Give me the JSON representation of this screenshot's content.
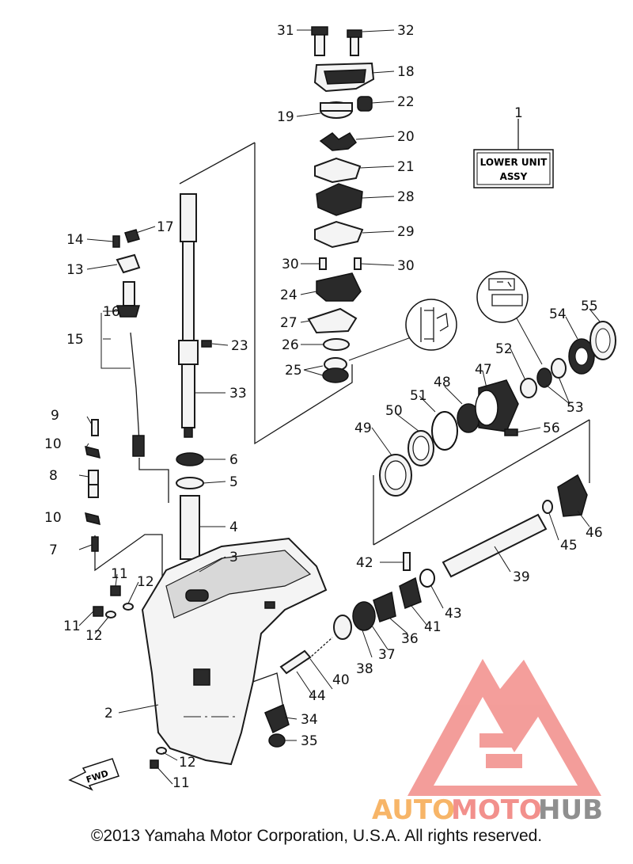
{
  "diagram": {
    "label_box": [
      "LOWER UNIT",
      "ASSY"
    ],
    "fwd_label": "FWD",
    "callouts": [
      "1",
      "2",
      "3",
      "4",
      "5",
      "6",
      "7",
      "8",
      "9",
      "10",
      "10",
      "11",
      "11",
      "11",
      "12",
      "12",
      "12",
      "13",
      "14",
      "15",
      "16",
      "17",
      "18",
      "19",
      "20",
      "21",
      "22",
      "23",
      "24",
      "25",
      "26",
      "27",
      "28",
      "29",
      "30",
      "30",
      "31",
      "32",
      "33",
      "34",
      "35",
      "36",
      "37",
      "38",
      "39",
      "40",
      "41",
      "42",
      "43",
      "44",
      "45",
      "46",
      "47",
      "48",
      "49",
      "50",
      "51",
      "52",
      "53",
      "54",
      "55",
      "56"
    ]
  },
  "watermark": {
    "brand_a": "AUTO",
    "brand_b": "MOTO",
    "brand_c": "HUB",
    "colors": {
      "orange": "#f6a94e",
      "red": "#f07d79",
      "grey": "#7c7c7c"
    }
  },
  "footer": {
    "copyright": "©2013 Yamaha Motor Corporation, U.S.A. All rights reserved."
  }
}
